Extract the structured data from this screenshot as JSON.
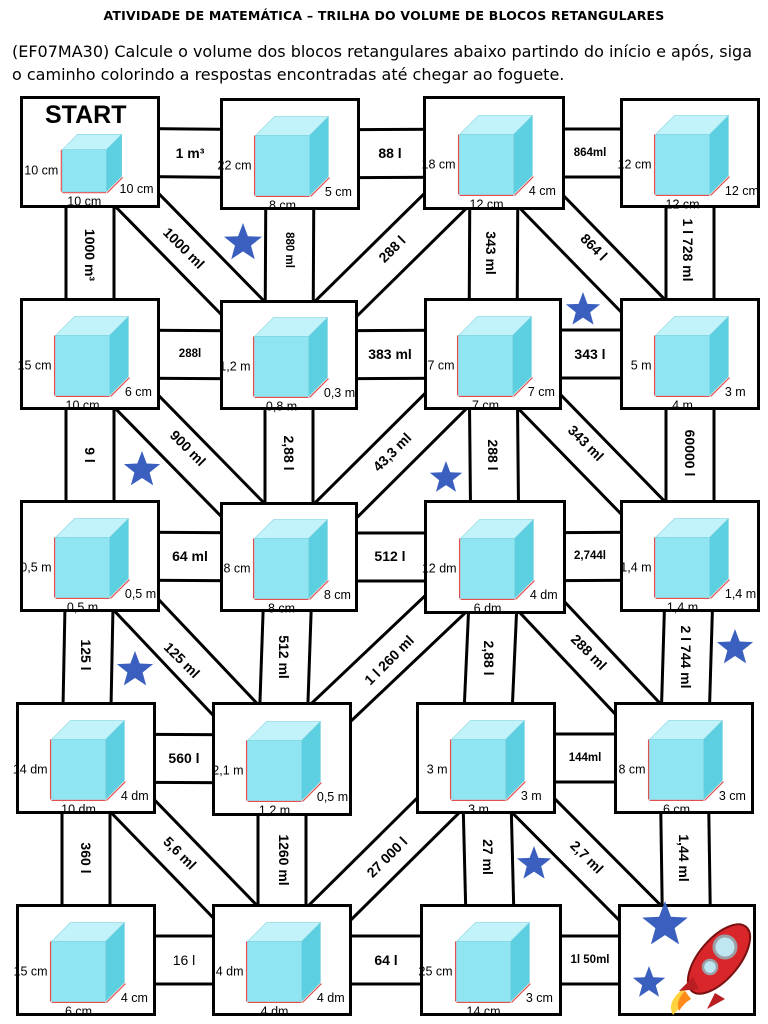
{
  "title": "ATIVIDADE DE MATEMÁTICA – TRILHA DO VOLUME DE BLOCOS RETANGULARES",
  "instructions": "(EF07MA30) Calcule o volume dos blocos retangulares abaixo partindo do início e após, siga o caminho colorindo a respostas encontradas até chegar ao foguete.",
  "start_label": "START",
  "colors": {
    "cube_front": "#8fe6f2",
    "cube_top": "#c2f3fa",
    "cube_side": "#5ccfe0",
    "star": "#3a5fbf",
    "dim_line": "#e05050"
  },
  "blocks": [
    {
      "id": "r1c1",
      "h": "10 cm",
      "l": "10 cm",
      "w": "10 cm"
    },
    {
      "id": "r1c2",
      "h": "22 cm",
      "l": "8 cm",
      "w": "5 cm"
    },
    {
      "id": "r1c3",
      "h": "18 cm",
      "l": "12 cm",
      "w": "4 cm"
    },
    {
      "id": "r1c4",
      "h": "12 cm",
      "l": "12 cm",
      "w": "12 cm"
    },
    {
      "id": "r2c1",
      "h": "15 cm",
      "l": "10 cm",
      "w": "6 cm"
    },
    {
      "id": "r2c2",
      "h": "1,2 m",
      "l": "0,8 m",
      "w": "0,3 m"
    },
    {
      "id": "r2c3",
      "h": "7 cm",
      "l": "7 cm",
      "w": "7 cm"
    },
    {
      "id": "r2c4",
      "h": "5 m",
      "l": "4 m",
      "w": "3 m"
    },
    {
      "id": "r3c1",
      "h": "0,5 m",
      "l": "0,5 m",
      "w": "0,5 m"
    },
    {
      "id": "r3c2",
      "h": "8 cm",
      "l": "8 cm",
      "w": "8 cm"
    },
    {
      "id": "r3c3",
      "h": "12 dm",
      "l": "6 dm",
      "w": "4 dm"
    },
    {
      "id": "r3c4",
      "h": "1,4 m",
      "l": "1,4 m",
      "w": "1,4 m"
    },
    {
      "id": "r4c1",
      "h": "14 dm",
      "l": "10 dm",
      "w": "4 dm"
    },
    {
      "id": "r4c2",
      "h": "2,1 m",
      "l": "1,2 m",
      "w": "0,5 m"
    },
    {
      "id": "r4c3",
      "h": "3 m",
      "l": "3 m",
      "w": "3 m"
    },
    {
      "id": "r4c4",
      "h": "8 cm",
      "l": "6 cm",
      "w": "3 cm"
    },
    {
      "id": "r5c1",
      "h": "15 cm",
      "l": "6 cm",
      "w": "4 cm"
    },
    {
      "id": "r5c2",
      "h": "4 dm",
      "l": "4 dm",
      "w": "4 dm"
    },
    {
      "id": "r5c3",
      "h": "25 cm",
      "l": "14 cm",
      "w": "3 cm"
    },
    {
      "id": "r5c4",
      "finish": true,
      "icon": "rocket-icon"
    }
  ],
  "connectors": [
    {
      "from": "r1c1",
      "to": "r1c2",
      "label": "1 m³"
    },
    {
      "from": "r1c2",
      "to": "r1c3",
      "label": "88 l"
    },
    {
      "from": "r1c3",
      "to": "r1c4",
      "label": "864ml"
    },
    {
      "from": "r1c1",
      "to": "r2c1",
      "label": "1000 m³"
    },
    {
      "from": "r1c1",
      "to": "r2c2",
      "label": "1000 ml"
    },
    {
      "from": "r1c2",
      "to": "r2c2",
      "label": "880 ml"
    },
    {
      "from": "r1c3",
      "to": "r2c2",
      "label": "288 l"
    },
    {
      "from": "r1c3",
      "to": "r2c3",
      "label": "343 ml"
    },
    {
      "from": "r1c3",
      "to": "r2c4",
      "label": "864 l"
    },
    {
      "from": "r1c4",
      "to": "r2c4",
      "label": "1 l 728 ml"
    },
    {
      "from": "r2c1",
      "to": "r2c2",
      "label": "288l"
    },
    {
      "from": "r2c2",
      "to": "r2c3",
      "label": "383 ml"
    },
    {
      "from": "r2c3",
      "to": "r2c4",
      "label": "343 l"
    },
    {
      "from": "r2c1",
      "to": "r3c1",
      "label": "9 l"
    },
    {
      "from": "r2c1",
      "to": "r3c2",
      "label": "900 ml"
    },
    {
      "from": "r2c2",
      "to": "r3c2",
      "label": "2,88 l"
    },
    {
      "from": "r2c3",
      "to": "r3c2",
      "label": "43,3 ml"
    },
    {
      "from": "r2c3",
      "to": "r3c3",
      "label": "288 l"
    },
    {
      "from": "r2c3",
      "to": "r3c4",
      "label": "343 ml"
    },
    {
      "from": "r2c4",
      "to": "r3c4",
      "label": "60000 l"
    },
    {
      "from": "r3c1",
      "to": "r3c2",
      "label": "64 ml"
    },
    {
      "from": "r3c2",
      "to": "r3c3",
      "label": "512 l"
    },
    {
      "from": "r3c3",
      "to": "r3c4",
      "label": "2,744l"
    },
    {
      "from": "r3c1",
      "to": "r4c1",
      "label": "125 l"
    },
    {
      "from": "r3c1",
      "to": "r4c2",
      "label": "125 ml"
    },
    {
      "from": "r3c2",
      "to": "r4c2",
      "label": "512 ml"
    },
    {
      "from": "r3c3",
      "to": "r4c2",
      "label": "1 l 260 ml"
    },
    {
      "from": "r3c3",
      "to": "r4c3",
      "label": "2,88 l"
    },
    {
      "from": "r3c3",
      "to": "r4c4",
      "label": "288 ml"
    },
    {
      "from": "r3c4",
      "to": "r4c4",
      "label": "2 l 744 ml"
    },
    {
      "from": "r4c1",
      "to": "r4c2",
      "label": "560 l"
    },
    {
      "from": "r4c3",
      "to": "r4c4",
      "label": "144ml"
    },
    {
      "from": "r4c1",
      "to": "r5c1",
      "label": "360 l"
    },
    {
      "from": "r4c1",
      "to": "r5c2",
      "label": "5,6 ml"
    },
    {
      "from": "r4c2",
      "to": "r5c2",
      "label": "1260 ml"
    },
    {
      "from": "r4c3",
      "to": "r5c2",
      "label": "27 000 l"
    },
    {
      "from": "r4c3",
      "to": "r5c3",
      "label": "27 ml"
    },
    {
      "from": "r4c3",
      "to": "r5c4",
      "label": "2,7 ml"
    },
    {
      "from": "r4c4",
      "to": "r5c4",
      "label": "1,44 ml"
    },
    {
      "from": "r5c1",
      "to": "r5c2",
      "label": "16 l"
    },
    {
      "from": "r5c2",
      "to": "r5c3",
      "label": "64 l"
    },
    {
      "from": "r5c3",
      "to": "r5c4",
      "label": "1l 50ml"
    }
  ]
}
